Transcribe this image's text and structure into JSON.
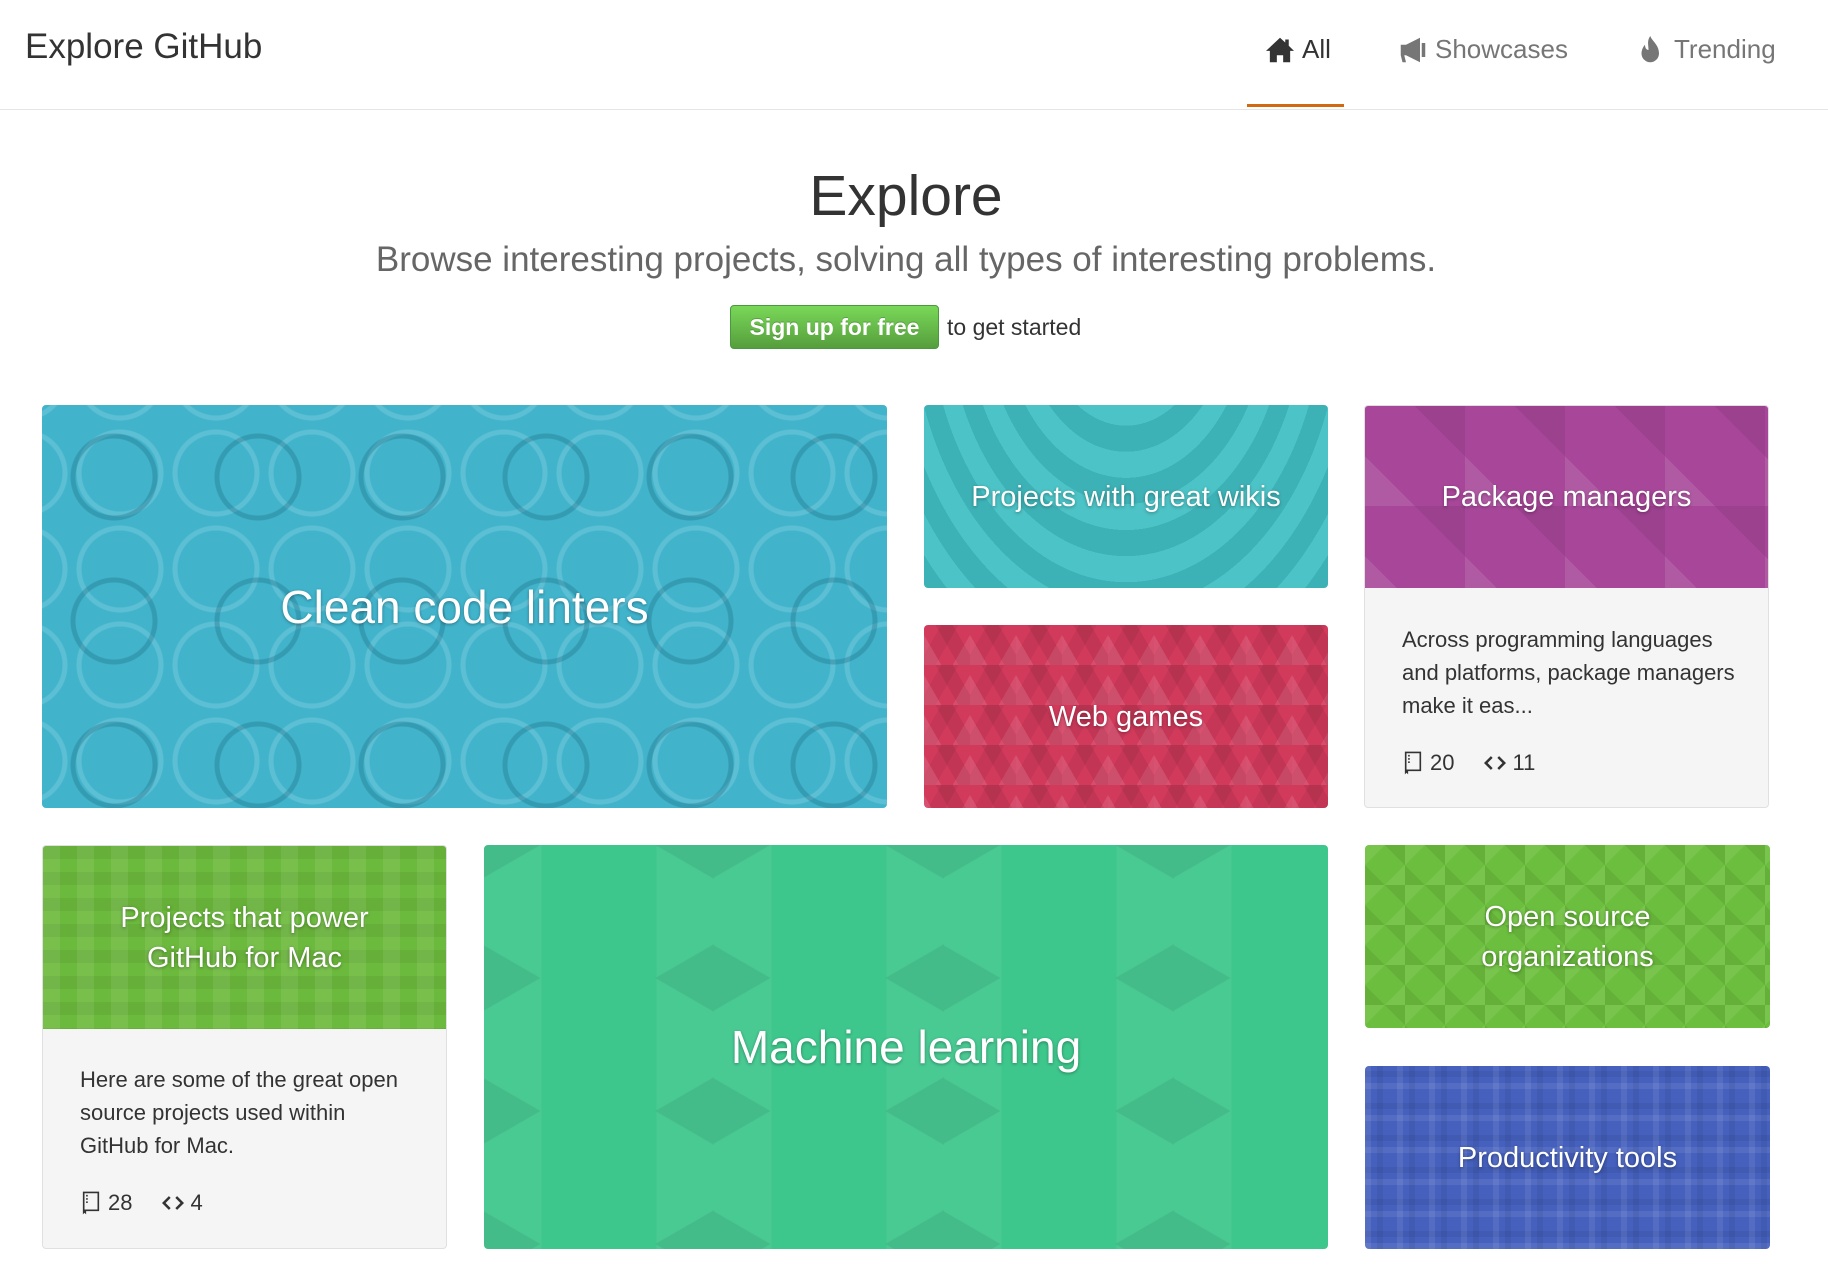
{
  "header": {
    "title": "Explore GitHub",
    "nav": [
      {
        "label": "All",
        "icon": "home-icon",
        "active": true
      },
      {
        "label": "Showcases",
        "icon": "megaphone-icon"
      },
      {
        "label": "Trending",
        "icon": "flame-icon"
      }
    ],
    "accent": "#d26911"
  },
  "hero": {
    "title": "Explore",
    "subtitle": "Browse interesting projects, solving all types of interesting problems.",
    "signup_label": "Sign up for free",
    "signup_suffix": "to get started"
  },
  "cards": {
    "linters": {
      "title": "Clean code linters"
    },
    "wikis": {
      "title": "Projects with great wikis"
    },
    "games": {
      "title": "Web games"
    },
    "packages": {
      "title": "Package managers",
      "description": "Across programming languages and platforms, package managers make it eas...",
      "repos": "20",
      "languages": "11"
    },
    "mac": {
      "title": "Projects that power GitHub for Mac",
      "description": "Here are some of the great open source projects used within GitHub for Mac.",
      "repos": "28",
      "languages": "4"
    },
    "ml": {
      "title": "Machine learning"
    },
    "orgs": {
      "title": "Open source organizations"
    },
    "productivity": {
      "title": "Productivity tools"
    }
  }
}
